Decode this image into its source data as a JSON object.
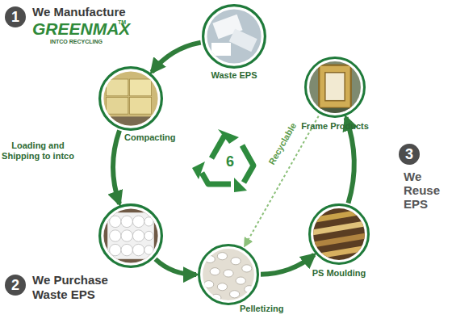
{
  "diagram": {
    "nodes": [
      {
        "text": [
          "Waste EPS"
        ]
      },
      {
        "text": [
          "Compacting"
        ]
      },
      {
        "text": [
          "Loading and Shipping to intco"
        ]
      },
      {
        "text": [
          "Pelletizing"
        ]
      },
      {
        "text": [
          "PS Moulding"
        ]
      },
      {
        "text": [
          "Frame Products"
        ]
      }
    ],
    "edges": [
      {
        "from": 0,
        "to": 1,
        "arrow": "to"
      },
      {
        "from": 1,
        "to": 2,
        "arrow": "to"
      },
      {
        "from": 2,
        "to": 3,
        "arrow": "to"
      },
      {
        "from": 3,
        "to": 4,
        "arrow": "to"
      },
      {
        "from": 4,
        "to": 5,
        "arrow": "to"
      },
      {
        "from": 5,
        "to": 3,
        "label": "Recyclable",
        "arrow": "to"
      }
    ],
    "labels": [
      "1",
      "We Manufacture",
      "GREENMAX",
      "TM",
      "INTCO RECYCLING",
      "2",
      "We Purchase Waste EPS",
      "3",
      "We Reuse EPS",
      "6"
    ]
  }
}
